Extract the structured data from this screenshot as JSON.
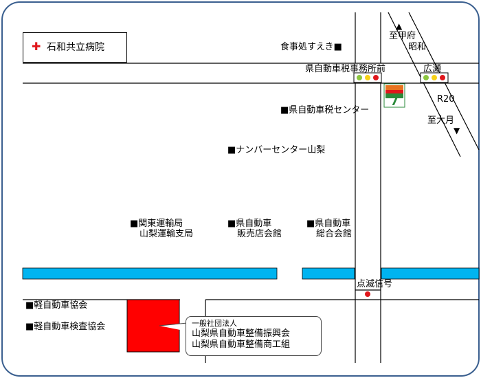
{
  "colors": {
    "frame": "#3a5f8f",
    "road": "#000000",
    "river": "#00b4f0",
    "building": "#ff0000",
    "cross": "#e0161b",
    "signal_green": "#8cc63f",
    "signal_yellow": "#f7d117",
    "signal_red": "#e0161b"
  },
  "hospital": {
    "cross": "✚",
    "name": "石和共立病院"
  },
  "restaurant": "食事処すえき■",
  "tax_office": "県自動車税事務所前",
  "hirose": "広瀬",
  "to_kofu": "至甲府",
  "showa": "昭和",
  "route": "R20",
  "to_otsuki": "至大月",
  "tax_center": "■県自動車税センター",
  "number_center": "■ナンバーセンター山梨",
  "kanto": {
    "line1": "■関東運輸局",
    "line2": "山梨運輸支局"
  },
  "dealers": {
    "line1": "■県自動車",
    "line2": "販売店会館"
  },
  "general": {
    "line1": "■県自動車",
    "line2": "総合会館"
  },
  "blinking_signal": "点滅信号",
  "light_car_assoc": "■軽自動車協会",
  "light_car_inspection": "■軽自動車検査協会",
  "callout": {
    "line1": "一般社団法人",
    "line2": "山梨県自動車整備振興会",
    "line3": "山梨県自動車整備商工組"
  },
  "icons": {
    "up_arrow": "▲",
    "down_arrow": "▼",
    "store": "convenience-store-icon"
  }
}
